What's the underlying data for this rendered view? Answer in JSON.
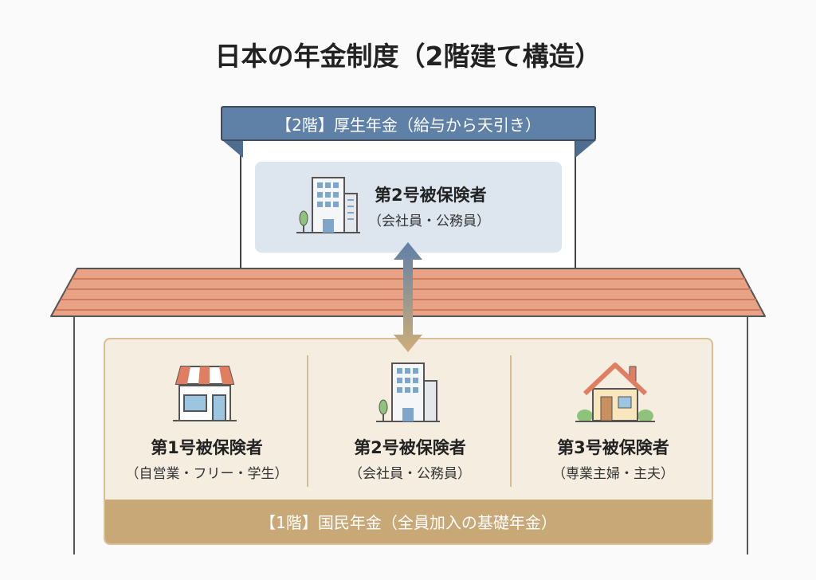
{
  "title": "日本の年金制度（2階建て構造）",
  "upper_floor": {
    "label": "【2階】厚生年金（給与から天引き）",
    "insured": {
      "name": "第2号被保険者",
      "desc": "（会社員・公務員）",
      "icon": "office-building-icon"
    }
  },
  "lower_floor": {
    "label": "【1階】国民年金（全員加入の基礎年金）",
    "groups": [
      {
        "name": "第1号被保険者",
        "desc": "（自営業・フリー・学生）",
        "icon": "shop-icon"
      },
      {
        "name": "第2号被保険者",
        "desc": "（会社員・公務員）",
        "icon": "office-building-icon"
      },
      {
        "name": "第3号被保険者",
        "desc": "（専業主婦・主夫）",
        "icon": "house-icon"
      }
    ]
  },
  "colors": {
    "upper": "#5f81a7",
    "roof": "#e8a286",
    "lower_band": "#c9a877",
    "lower_bg": "#f5ede0"
  }
}
